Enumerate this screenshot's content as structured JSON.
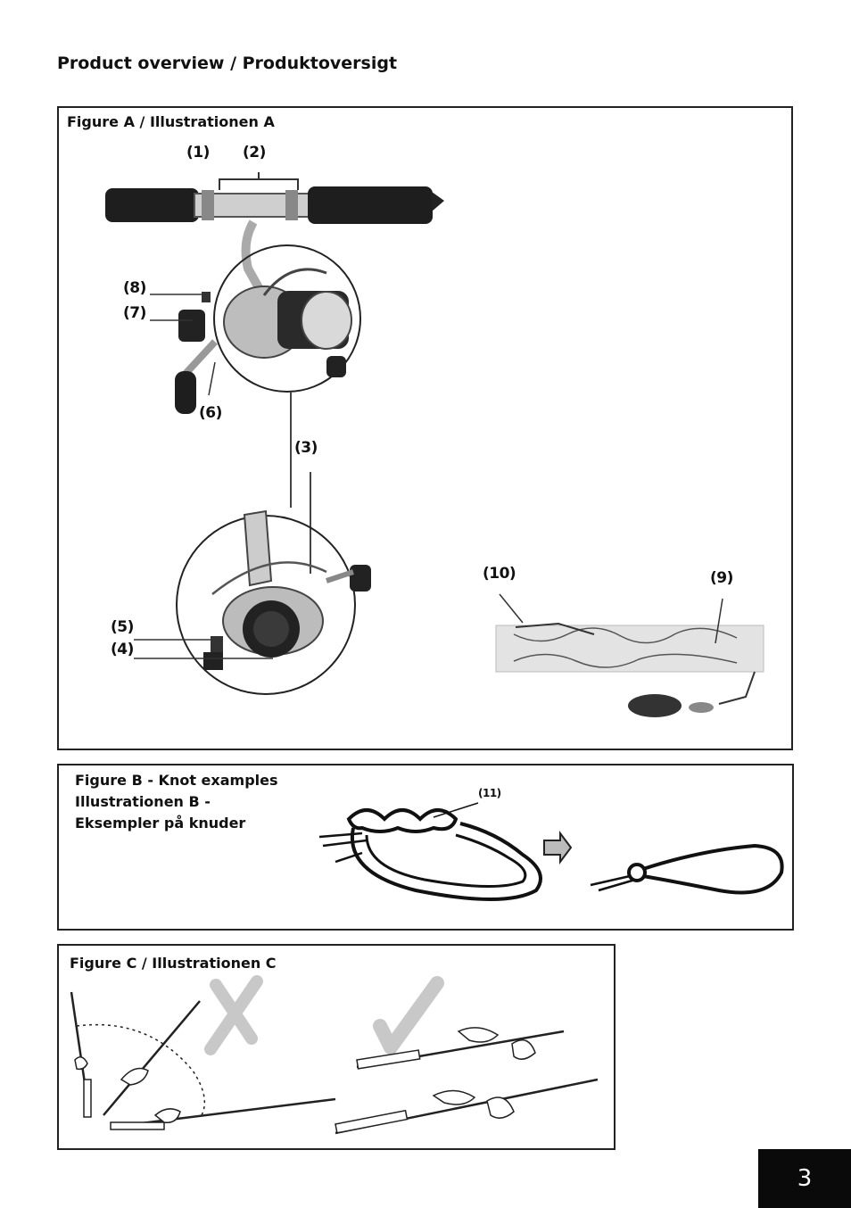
{
  "page_title": "Product overview / Produktoversigt",
  "figure_a": {
    "title": "Figure A / Illustrationen A",
    "labels": {
      "l1": "(1)",
      "l2": "(2)",
      "l3": "(3)",
      "l4": "(4)",
      "l5": "(5)",
      "l6": "(6)",
      "l7": "(7)",
      "l8": "(8)",
      "l9": "(9)",
      "l10": "(10)"
    }
  },
  "figure_b": {
    "title_lines": [
      "Figure B - Knot examples",
      "Illustrationen B -",
      "Eksempler på knuder"
    ],
    "label": "(11)"
  },
  "figure_c": {
    "title": "Figure C / Illustrationen C"
  },
  "page_number": "3"
}
